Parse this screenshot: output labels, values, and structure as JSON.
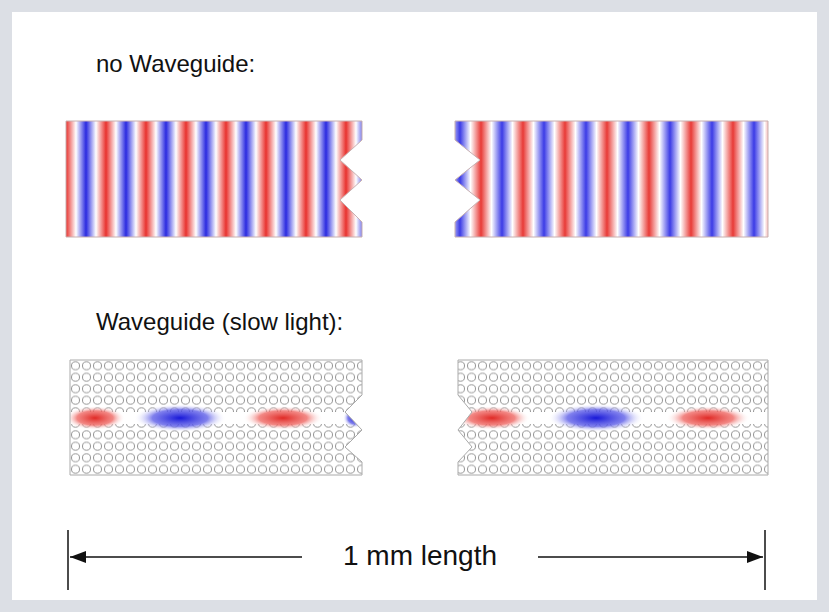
{
  "diagram": {
    "labels": [
      "no Waveguide:",
      "Waveguide (slow light):",
      "1 mm length"
    ]
  }
}
